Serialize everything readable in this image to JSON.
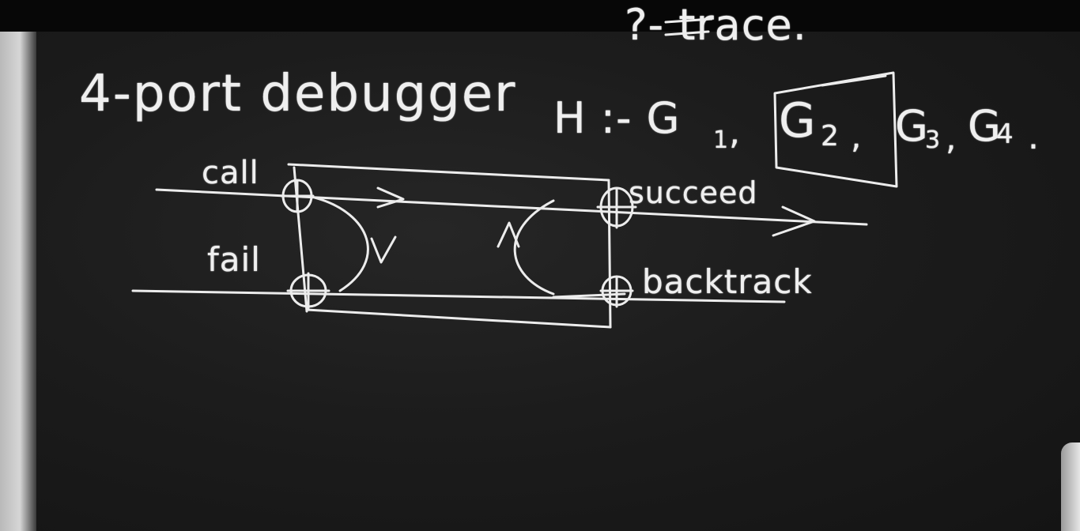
{
  "board": {
    "title": "4-port debugger",
    "query": "?- trace.",
    "clause": {
      "head": "H :- G",
      "g1_sub": "1",
      "g2": "G",
      "g2_sub": "2",
      "g3": "G",
      "g3_sub": "3",
      "g4": "G",
      "g4_sub": "4"
    },
    "ports": {
      "call": "call",
      "fail": "fail",
      "succeed": "succeed",
      "backtrack": "backtrack"
    }
  }
}
